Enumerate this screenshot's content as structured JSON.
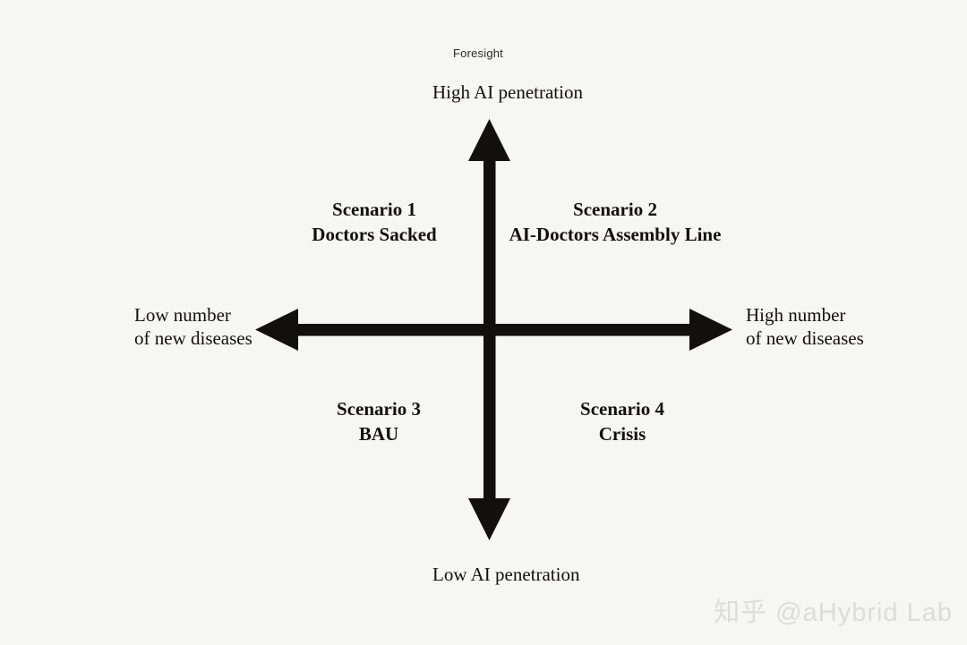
{
  "diagram": {
    "caption": "Foresight",
    "background_color": "#f6f6f5",
    "ink_color": "#12100f",
    "axes": {
      "vertical": {
        "top_label": "High AI penetration",
        "bottom_label": "Low AI penetration"
      },
      "horizontal": {
        "left_label_line1": "Low number",
        "left_label_line2": "of new diseases",
        "right_label_line1": "High number",
        "right_label_line2": "of new diseases"
      }
    },
    "quadrants": [
      {
        "title": "Scenario 1",
        "name": "Doctors Sacked"
      },
      {
        "title": "Scenario 2",
        "name": "AI-Doctors Assembly Line"
      },
      {
        "title": "Scenario 3",
        "name": "BAU"
      },
      {
        "title": "Scenario 4",
        "name": "Crisis"
      }
    ]
  },
  "watermark": {
    "text": "知乎 @aHybrid Lab",
    "color": "#dcdcdc"
  }
}
